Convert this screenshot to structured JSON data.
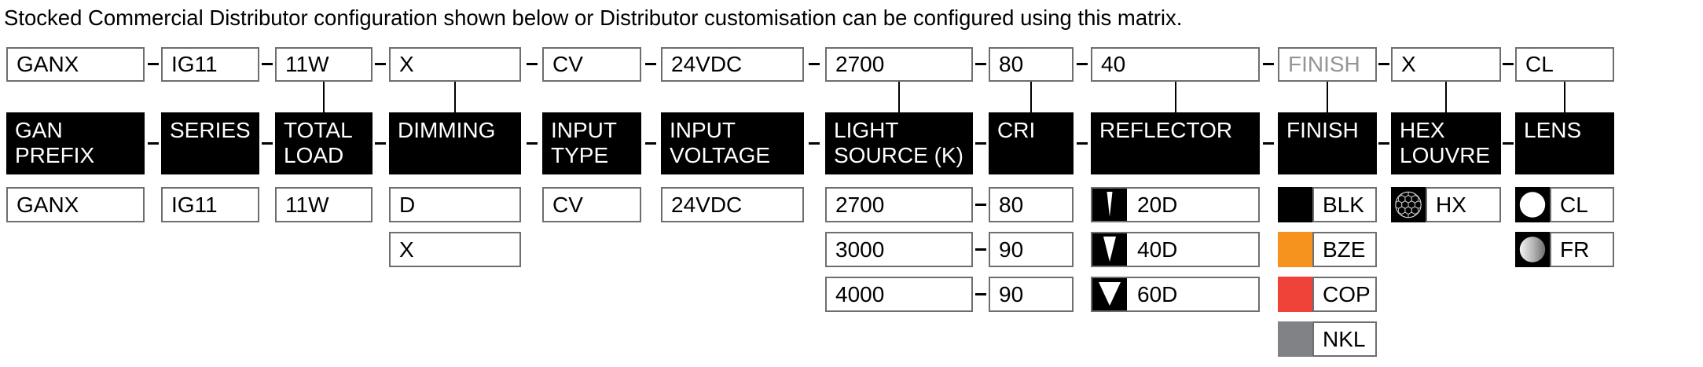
{
  "title": "Stocked Commercial Distributor configuration shown below or Distributor customisation can be configured using this matrix.",
  "colors": {
    "header_bg": "#000000",
    "box_border": "#6d6e71",
    "muted_value": "#939598",
    "connector": "#000000",
    "finish_blk": "#000000",
    "finish_bze": "#f6921e",
    "finish_cop": "#ef4238",
    "finish_nkl": "#808285"
  },
  "columns": [
    {
      "header": "GAN PREFIX",
      "top_value": "GANX",
      "options": [
        {
          "label": "GANX"
        }
      ]
    },
    {
      "header": "SERIES",
      "top_value": "IG11",
      "options": [
        {
          "label": "IG11"
        }
      ]
    },
    {
      "header": "TOTAL LOAD",
      "top_value": "11W",
      "options": [
        {
          "label": "11W"
        }
      ]
    },
    {
      "header": "DIMMING",
      "top_value": "X",
      "options": [
        {
          "label": "D"
        },
        {
          "label": "X"
        }
      ]
    },
    {
      "header": "INPUT TYPE",
      "top_value": "CV",
      "options": [
        {
          "label": "CV"
        }
      ]
    },
    {
      "header": "INPUT VOLTAGE",
      "top_value": "24VDC",
      "options": [
        {
          "label": "24VDC"
        }
      ]
    },
    {
      "header": "LIGHT SOURCE (K)",
      "top_value": "2700",
      "options": [
        {
          "label": "2700"
        },
        {
          "label": "3000"
        },
        {
          "label": "4000"
        }
      ]
    },
    {
      "header": "CRI",
      "top_value": "80",
      "options": [
        {
          "label": "80"
        },
        {
          "label": "90"
        },
        {
          "label": "90"
        }
      ]
    },
    {
      "header": "REFLECTOR",
      "top_value": "40",
      "options": [
        {
          "label": "20D",
          "icon": "reflector-narrow-beam-icon"
        },
        {
          "label": "40D",
          "icon": "reflector-medium-beam-icon"
        },
        {
          "label": "60D",
          "icon": "reflector-wide-beam-icon"
        }
      ]
    },
    {
      "header": "FINISH",
      "top_value": "FINISH",
      "options": [
        {
          "label": "BLK",
          "icon": "black-finish-swatch",
          "swatch": "#000000"
        },
        {
          "label": "BZE",
          "icon": "bronze-finish-swatch",
          "swatch": "#f6921e"
        },
        {
          "label": "COP",
          "icon": "copper-finish-swatch",
          "swatch": "#ef4238"
        },
        {
          "label": "NKL",
          "icon": "nickel-finish-swatch",
          "swatch": "#808285"
        }
      ]
    },
    {
      "header": "HEX LOUVRE",
      "top_value": "X",
      "options": [
        {
          "label": "HX",
          "icon": "hex-louvre-icon"
        }
      ]
    },
    {
      "header": "LENS",
      "top_value": "CL",
      "options": [
        {
          "label": "CL",
          "icon": "clear-lens-icon"
        },
        {
          "label": "FR",
          "icon": "frosted-lens-icon"
        }
      ]
    }
  ]
}
